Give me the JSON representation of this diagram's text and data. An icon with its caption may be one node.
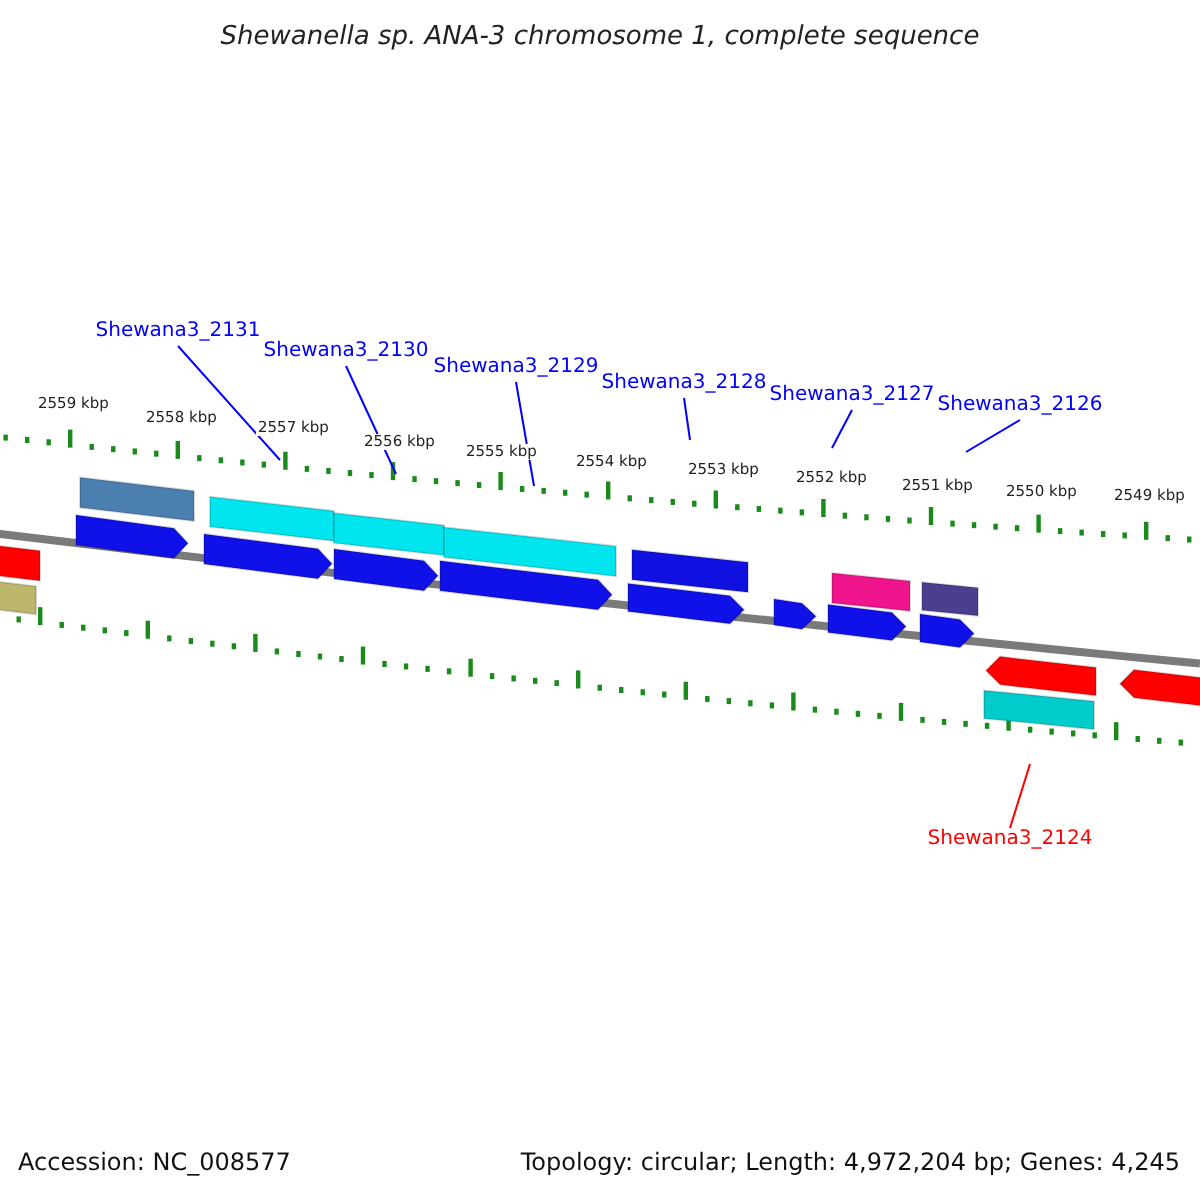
{
  "diagram": {
    "title": "Shewanella sp. ANA-3 chromosome 1, complete sequence",
    "nodes": [
      {
        "text": [
          "Shewana3_2131"
        ]
      },
      {
        "text": [
          "Shewana3_2130"
        ]
      },
      {
        "text": [
          "Shewana3_2129"
        ]
      },
      {
        "text": [
          "Shewana3_2128"
        ]
      },
      {
        "text": [
          "Shewana3_2127"
        ]
      },
      {
        "text": [
          "Shewana3_2126"
        ]
      },
      {
        "text": [
          "Shewana3_2124"
        ]
      }
    ],
    "edges": [
      {
        "from": 0,
        "to": null,
        "arrow": "none"
      },
      {
        "from": 1,
        "to": null,
        "arrow": "none"
      },
      {
        "from": 2,
        "to": null,
        "arrow": "none"
      },
      {
        "from": 3,
        "to": null,
        "arrow": "none"
      },
      {
        "from": 4,
        "to": null,
        "arrow": "none"
      },
      {
        "from": 5,
        "to": null,
        "arrow": "none"
      },
      {
        "from": 6,
        "to": null,
        "arrow": "none",
        "color": "#ff0000"
      }
    ],
    "labels": [
      "2559 kbp",
      "2558 kbp",
      "2557 kbp",
      "2556 kbp",
      "2555 kbp",
      "2554 kbp",
      "2553 kbp",
      "2552 kbp",
      "2551 kbp",
      "2550 kbp",
      "2549 kbp",
      "Accession: NC_008577",
      "Topology: circular; Length: 4,972,204 bp; Genes: 4,245"
    ]
  }
}
